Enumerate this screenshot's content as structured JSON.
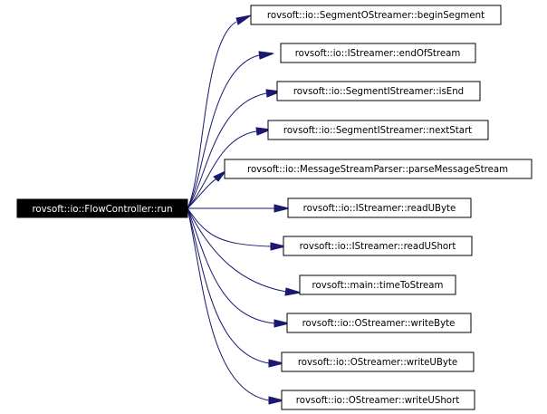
{
  "graph": {
    "root": {
      "label": "rovsoft::io::FlowController::run",
      "fill": "#000000",
      "text_color": "#ffffff"
    },
    "edge_color": "#191970",
    "callees": [
      {
        "label": "rovsoft::io::SegmentOStreamer::beginSegment"
      },
      {
        "label": "rovsoft::io::IStreamer::endOfStream"
      },
      {
        "label": "rovsoft::io::SegmentIStreamer::isEnd"
      },
      {
        "label": "rovsoft::io::SegmentIStreamer::nextStart"
      },
      {
        "label": "rovsoft::io::MessageStreamParser::parseMessageStream"
      },
      {
        "label": "rovsoft::io::IStreamer::readUByte"
      },
      {
        "label": "rovsoft::io::IStreamer::readUShort"
      },
      {
        "label": "rovsoft::main::timeToStream"
      },
      {
        "label": "rovsoft::io::OStreamer::writeByte"
      },
      {
        "label": "rovsoft::io::OStreamer::writeUByte"
      },
      {
        "label": "rovsoft::io::OStreamer::writeUShort"
      }
    ]
  }
}
